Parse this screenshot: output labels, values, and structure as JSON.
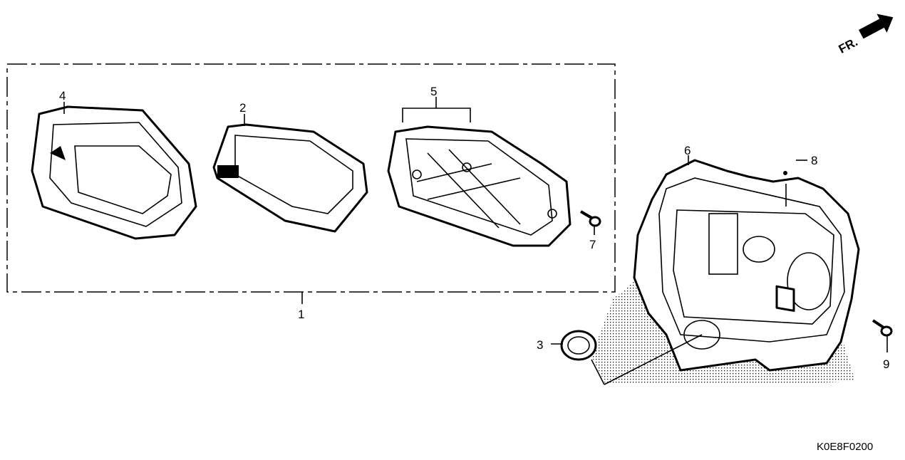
{
  "diagram": {
    "direction_indicator": "FR.",
    "diagram_code": "K0E8F0200",
    "callouts": [
      "1",
      "2",
      "3",
      "4",
      "5",
      "6",
      "7",
      "8",
      "9"
    ]
  },
  "colors": {
    "ink": "#000000",
    "background": "#ffffff"
  }
}
